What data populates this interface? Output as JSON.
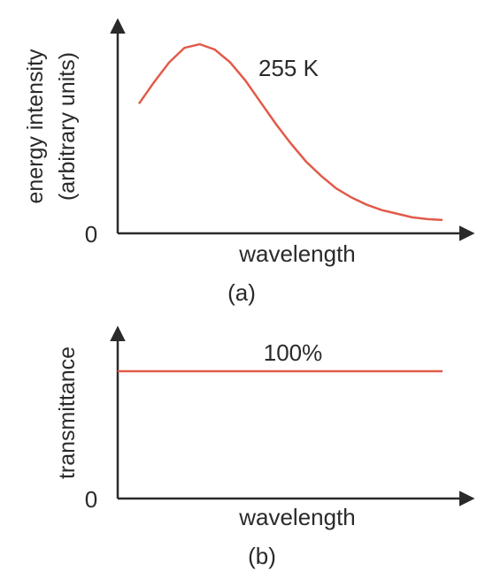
{
  "colors": {
    "series": "#e25a4a",
    "axis": "#2a2a2a",
    "text": "#2a2a2a"
  },
  "chart_data": [
    {
      "type": "line",
      "panel_label": "(a)",
      "ylabel_lines": [
        "energy intensity",
        "(arbitrary units)"
      ],
      "xlabel": "wavelength",
      "y_origin_label": "0",
      "annotation": "255 K",
      "grid": false,
      "series": [
        {
          "x": [
            0.0,
            0.05,
            0.1,
            0.15,
            0.2,
            0.25,
            0.3,
            0.35,
            0.4,
            0.45,
            0.5,
            0.55,
            0.6,
            0.65,
            0.7,
            0.75,
            0.8,
            0.85,
            0.9,
            0.95,
            1.0
          ],
          "values": [
            0.67,
            0.79,
            0.9,
            0.98,
            1.0,
            0.97,
            0.9,
            0.8,
            0.68,
            0.56,
            0.45,
            0.35,
            0.27,
            0.2,
            0.15,
            0.11,
            0.08,
            0.06,
            0.04,
            0.03,
            0.025
          ]
        }
      ]
    },
    {
      "type": "line",
      "panel_label": "(b)",
      "ylabel": "transmittance",
      "xlabel": "wavelength",
      "y_origin_label": "0",
      "annotation": "100%",
      "grid": false,
      "series": [
        {
          "x": [
            0.0,
            1.0
          ],
          "values": [
            100,
            100
          ]
        }
      ]
    }
  ]
}
